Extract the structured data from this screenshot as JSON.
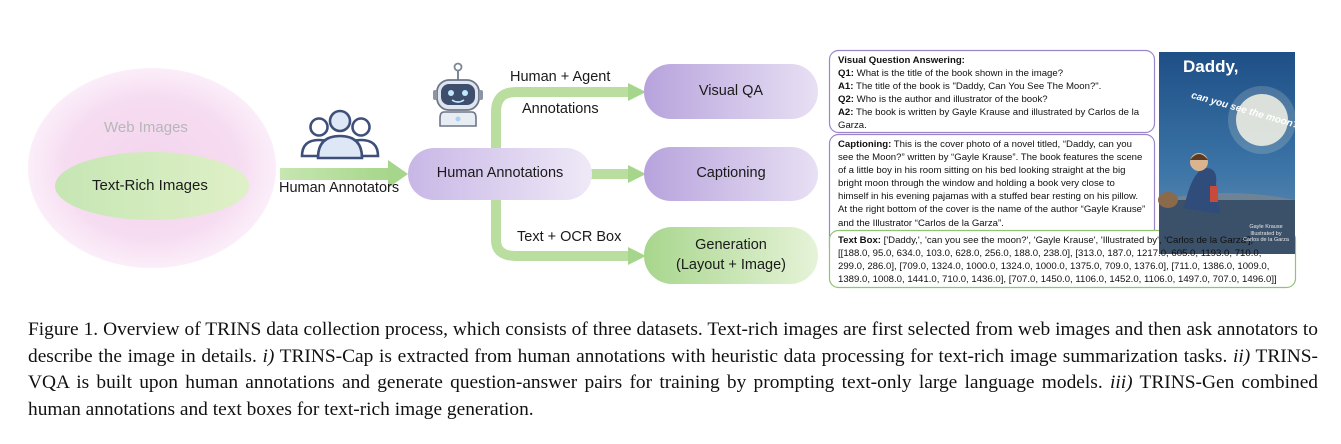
{
  "diagram": {
    "web_images": "Web Images",
    "text_rich_images": "Text-Rich Images",
    "human_annotators": "Human Annotators",
    "human_annotations": "Human Annotations",
    "human_agent": "Human + Agent",
    "annotations": "Annotations",
    "text_ocr_box": "Text + OCR Box",
    "visual_qa": "Visual QA",
    "captioning": "Captioning",
    "generation_line1": "Generation",
    "generation_line2": "(Layout + Image)",
    "icons": [
      "people-icon",
      "robot-icon"
    ],
    "colors": {
      "purple": "#b9a6dc",
      "green": "#b9dea0",
      "pink": "#f6d3ee"
    }
  },
  "vqa_box": {
    "heading": "Visual Question Answering:",
    "lines": [
      {
        "tag": "Q1:",
        "text": " What is the title of the book shown in the image?"
      },
      {
        "tag": "A1:",
        "text": " The title of the book is \"Daddy, Can You See The Moon?\"."
      },
      {
        "tag": "Q2:",
        "text": " Who is the author and illustrator of the book?"
      },
      {
        "tag": "A2:",
        "text": " The book is written by Gayle Krause and illustrated by Carlos de la Garza."
      }
    ]
  },
  "caption_box": {
    "tag": "Captioning:",
    "text": " This is the cover photo of a novel titled, “Daddy, can you see the Moon?” written by “Gayle Krause”. The book features the scene of a little boy in his room sitting on his bed looking straight at the big bright moon through the window and holding a book very close to himself in his evening pajamas with a stuffed bear resting on his pillow. At the right bottom of the cover is the name of the author “Gayle Krause” and the Illustrator “Carlos de la Garza”."
  },
  "textbox_box": {
    "tag": "Text Box:",
    "text": " ['Daddy,', 'can you see the moon?', 'Gayle Krause', 'Illustrated by', 'Carlos de la Garza'], [[188.0, 95.0, 634.0, 103.0, 628.0, 256.0, 188.0, 238.0], [313.0, 187.0, 1217.0, 605.0, 1193.0, 710.0, 299.0, 286.0], [709.0, 1324.0, 1000.0, 1324.0, 1000.0, 1375.0, 709.0, 1376.0], [711.0, 1386.0, 1009.0, 1389.0, 1008.0, 1441.0, 710.0, 1436.0], [707.0, 1450.0, 1106.0, 1452.0, 1106.0, 1497.0, 707.0, 1496.0]]"
  },
  "cover": {
    "title": "Daddy,",
    "subtitle": "can you see the moon?",
    "author": "Gayle Krause",
    "illustrated_by": "Illustrated by",
    "illustrator": "Carlos de la Garza"
  },
  "caption": {
    "p1": "Figure 1. Overview of TRINS data collection process, which consists of three datasets. Text-rich images are first selected from web images and then ask annotators to describe the image in details. ",
    "m1": "i)",
    "p2": " TRINS-Cap is extracted from human annotations with heuristic data processing for text-rich image summarization tasks. ",
    "m2": "ii)",
    "p3": " TRINS-VQA is built upon human annotations and generate question-answer pairs for training by prompting text-only large language models. ",
    "m3": "iii)",
    "p4": " TRINS-Gen combined human annotations and text boxes for text-rich image generation."
  }
}
